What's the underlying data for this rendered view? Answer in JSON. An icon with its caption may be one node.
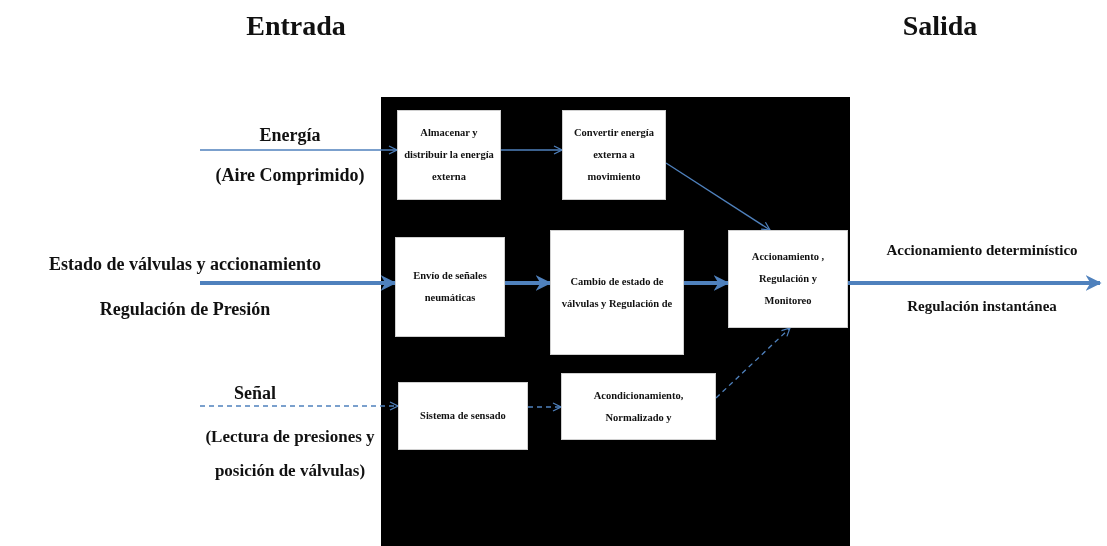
{
  "diagram": {
    "nodes": [
      {
        "text": [],
        "shape": "box"
      },
      {
        "text": [
          "Almacenar y distribuir la energía externa"
        ],
        "in": 0
      },
      {
        "text": [
          "Convertir energía externa a movimiento"
        ],
        "in": 0
      },
      {
        "text": [
          "Envío de señales neumáticas"
        ],
        "in": 0
      },
      {
        "text": [
          "Cambio de estado de válvulas y Regulación de"
        ],
        "in": 0
      },
      {
        "text": [
          "Accionamiento , Regulación y Monitoreo"
        ],
        "in": 0
      },
      {
        "text": [
          "Sistema de sensado"
        ],
        "in": 0
      },
      {
        "text": [
          "Acondicionamiento, Normalizado y"
        ],
        "in": 0
      }
    ],
    "edges": [
      {
        "from": null,
        "to": 1,
        "arrow": "to",
        "label": "Energía"
      },
      {
        "from": null,
        "to": 3,
        "arrow": "to",
        "label": "Estado de válvulas y accionamiento",
        "style": "thick"
      },
      {
        "from": null,
        "to": 6,
        "arrow": "to",
        "label": "Señal",
        "style": "dashed"
      },
      {
        "from": 1,
        "to": 2,
        "arrow": "to"
      },
      {
        "from": 2,
        "to": 5,
        "arrow": "to"
      },
      {
        "from": 3,
        "to": 4,
        "arrow": "to",
        "style": "thick"
      },
      {
        "from": 4,
        "to": 5,
        "arrow": "to",
        "style": "thick"
      },
      {
        "from": 6,
        "to": 7,
        "arrow": "to",
        "style": "dashed"
      },
      {
        "from": 7,
        "to": 5,
        "arrow": "to",
        "style": "dashed"
      },
      {
        "from": 5,
        "to": null,
        "arrow": "to",
        "label": "Accionamiento determinístico",
        "style": "thick"
      }
    ],
    "labels": [
      "Entrada",
      "Salida",
      "(Aire Comprimido)",
      "Regulación de Presión",
      "(Lectura de presiones y posición de válvulas)",
      "Regulación instantánea"
    ]
  }
}
